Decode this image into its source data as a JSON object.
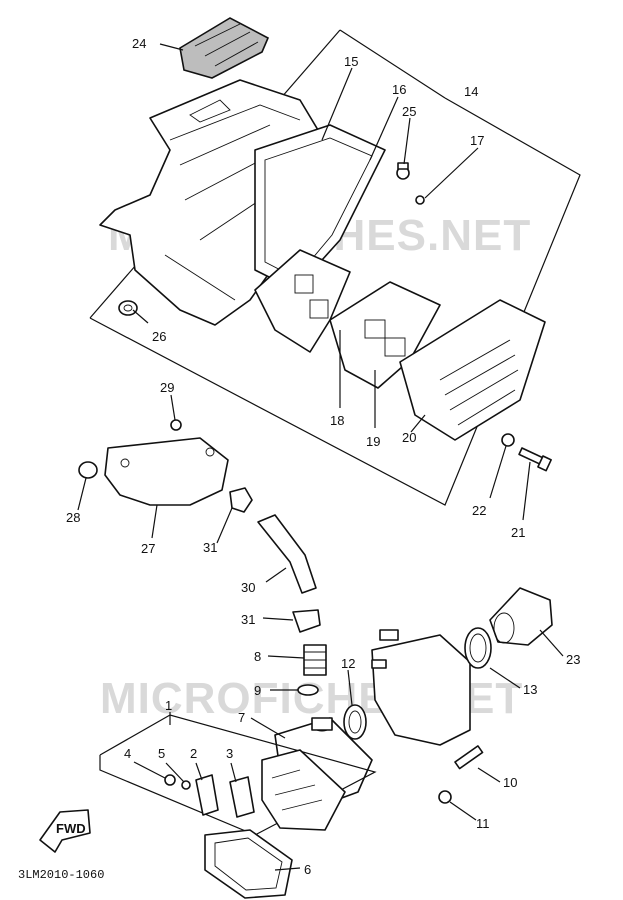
{
  "watermark": "MICROFICHES.NET",
  "diagram_code": "3LM2010-1060",
  "fwd_label": "FWD",
  "callouts": {
    "p1": "1",
    "p2": "2",
    "p3": "3",
    "p4": "4",
    "p5": "5",
    "p6": "6",
    "p7": "7",
    "p8": "8",
    "p9": "9",
    "p10": "10",
    "p11": "11",
    "p12": "12",
    "p13": "13",
    "p14": "14",
    "p15": "15",
    "p16": "16",
    "p17": "17",
    "p18": "18",
    "p19": "19",
    "p20": "20",
    "p21": "21",
    "p22": "22",
    "p23": "23",
    "p24": "24",
    "p25": "25",
    "p26": "26",
    "p27": "27",
    "p28": "28",
    "p29": "29",
    "p30": "30",
    "p31a": "31",
    "p31b": "31"
  }
}
